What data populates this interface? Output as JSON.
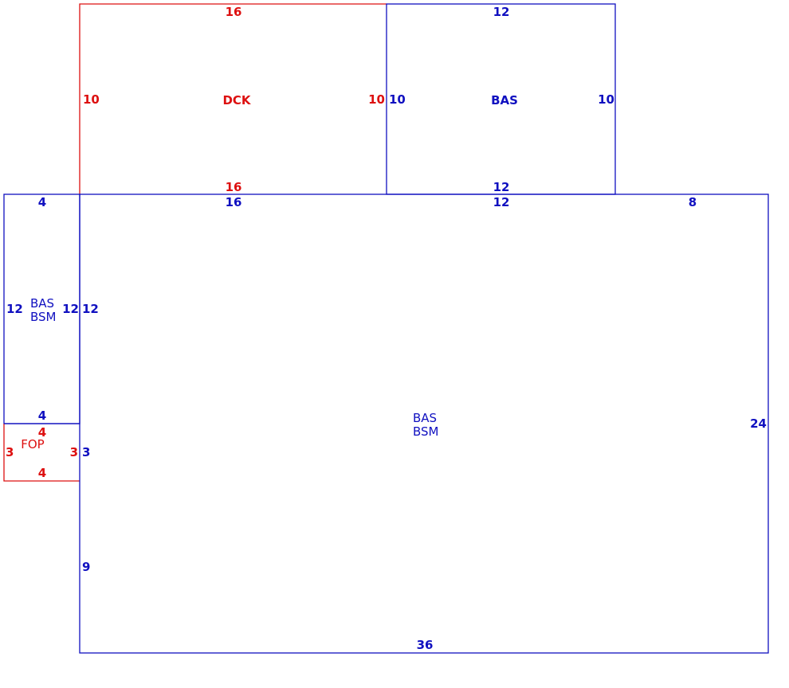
{
  "colors": {
    "living": "#1010c0",
    "exterior": "#dd1010"
  },
  "areas": {
    "deck": {
      "code": "DCK",
      "top": "16",
      "bottom": "16",
      "left": "10",
      "right": "10"
    },
    "upper_bas": {
      "code": "BAS",
      "top": "12",
      "bottom": "12",
      "left": "10",
      "right": "10"
    },
    "left_wing": {
      "code1": "BAS",
      "code2": "BSM",
      "top": "4",
      "bottom": "4",
      "left": "12",
      "right": "12"
    },
    "porch": {
      "code": "FOP",
      "top": "4",
      "bottom": "4",
      "left": "3",
      "right": "3"
    },
    "main": {
      "code1": "BAS",
      "code2": "BSM",
      "top_seg1": "16",
      "top_seg2": "12",
      "top_seg3": "8",
      "left_seg1": "12",
      "left_seg2": "3",
      "left_seg3": "9",
      "right": "24",
      "bottom": "36"
    }
  }
}
